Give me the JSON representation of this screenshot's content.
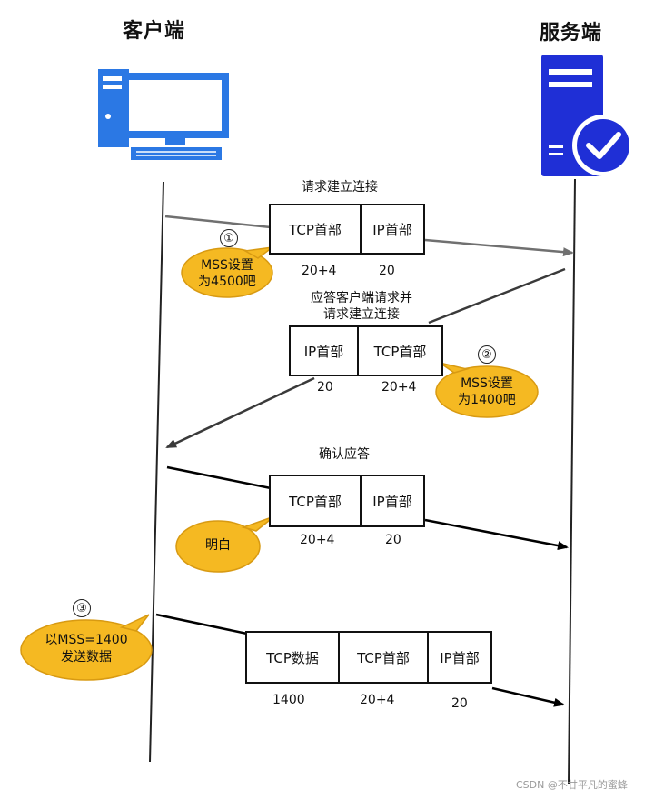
{
  "actors": {
    "client": "客户端",
    "server": "服务端"
  },
  "steps": [
    {
      "caption": "请求建立连接",
      "cells": [
        "TCP首部",
        "IP首部"
      ],
      "sizes": [
        "20+4",
        "20"
      ],
      "marker": "①",
      "bubble": [
        "MSS设置",
        "为4500吧"
      ]
    },
    {
      "caption_lines": [
        "应答客户端请求并",
        "请求建立连接"
      ],
      "cells": [
        "IP首部",
        "TCP首部"
      ],
      "sizes": [
        "20",
        "20+4"
      ],
      "marker": "②",
      "bubble": [
        "MSS设置",
        "为1400吧"
      ]
    },
    {
      "caption": "确认应答",
      "cells": [
        "TCP首部",
        "IP首部"
      ],
      "sizes": [
        "20+4",
        "20"
      ],
      "bubble": [
        "明白"
      ]
    },
    {
      "cells": [
        "TCP数据",
        "TCP首部",
        "IP首部"
      ],
      "sizes": [
        "1400",
        "20+4",
        "20"
      ],
      "marker": "③",
      "bubble": [
        "以MSS=1400",
        "发送数据"
      ]
    }
  ],
  "watermark": "CSDN @不甘平凡的蜜蜂",
  "colors": {
    "client_icon": "#2b78e4",
    "server_icon": "#1f2fd6",
    "bubble": "#f5b922",
    "bubble_border": "#d89a12"
  }
}
